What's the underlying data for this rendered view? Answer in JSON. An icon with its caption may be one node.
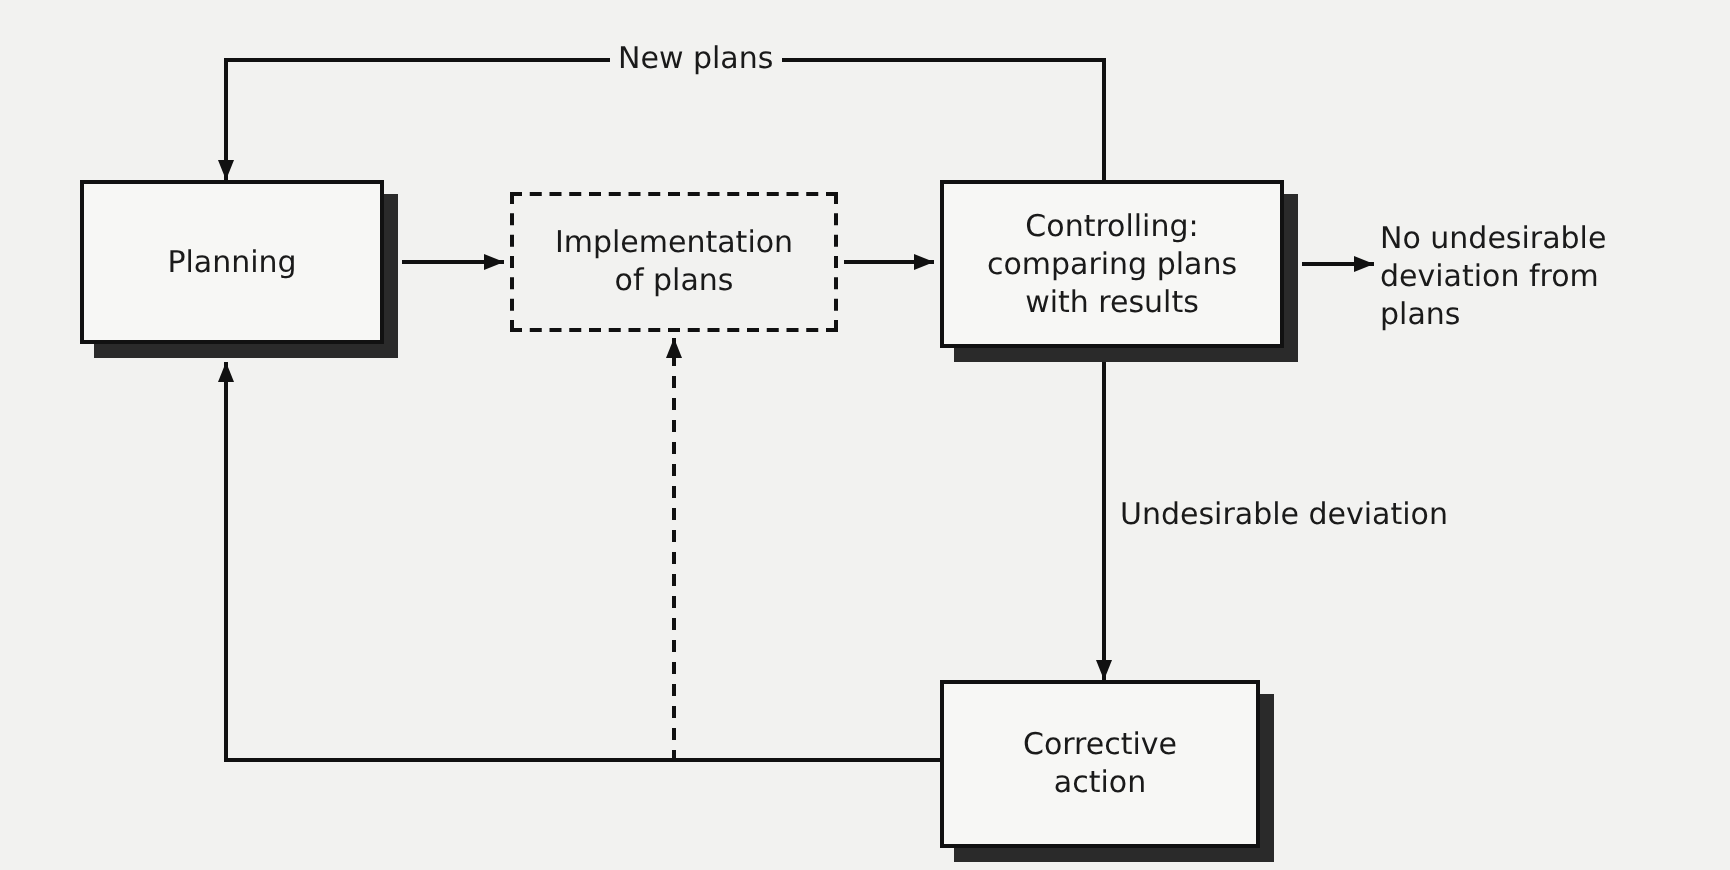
{
  "diagram": {
    "nodes": [
      {
        "text": [
          "Planning"
        ]
      },
      {
        "text": [
          "Implementation of plans"
        ]
      },
      {
        "text": [
          "Controlling: comparing plans with results"
        ]
      },
      {
        "text": [
          "No undesirable deviation from plans"
        ]
      },
      {
        "text": [
          "Corrective action"
        ]
      }
    ],
    "edges": [
      {
        "from": 2,
        "to": 0,
        "arrow": "to",
        "label": "New plans"
      },
      {
        "from": 0,
        "to": 1,
        "arrow": "to"
      },
      {
        "from": 1,
        "to": 2,
        "arrow": "to"
      },
      {
        "from": 2,
        "to": 3,
        "arrow": "to"
      },
      {
        "from": 2,
        "to": 4,
        "arrow": "to",
        "label": "Undesirable deviation"
      },
      {
        "from": 4,
        "to": 0,
        "arrow": "to"
      },
      {
        "from": 4,
        "to": 1,
        "arrow": "to",
        "style": "dashed"
      }
    ]
  }
}
